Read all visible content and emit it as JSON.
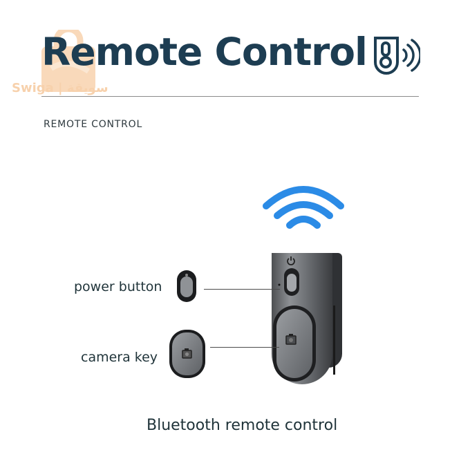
{
  "header": {
    "title": "Remote Control",
    "subtitle": "REMOTE CONTROL",
    "title_color": "#1d3d52",
    "icon": "remote-signal-icon"
  },
  "watermark": {
    "brand": "Swiga | سويقة",
    "icon": "shopping-bag-icon",
    "color": "#f6c99e"
  },
  "diagram": {
    "signal_icon": "wifi-icon",
    "signal_color": "#2b8be6",
    "device": "bluetooth-remote",
    "callouts": [
      {
        "label": "power button",
        "icon": "power-icon"
      },
      {
        "label": "camera key",
        "icon": "camera-icon"
      }
    ],
    "caption": "Bluetooth remote control"
  }
}
